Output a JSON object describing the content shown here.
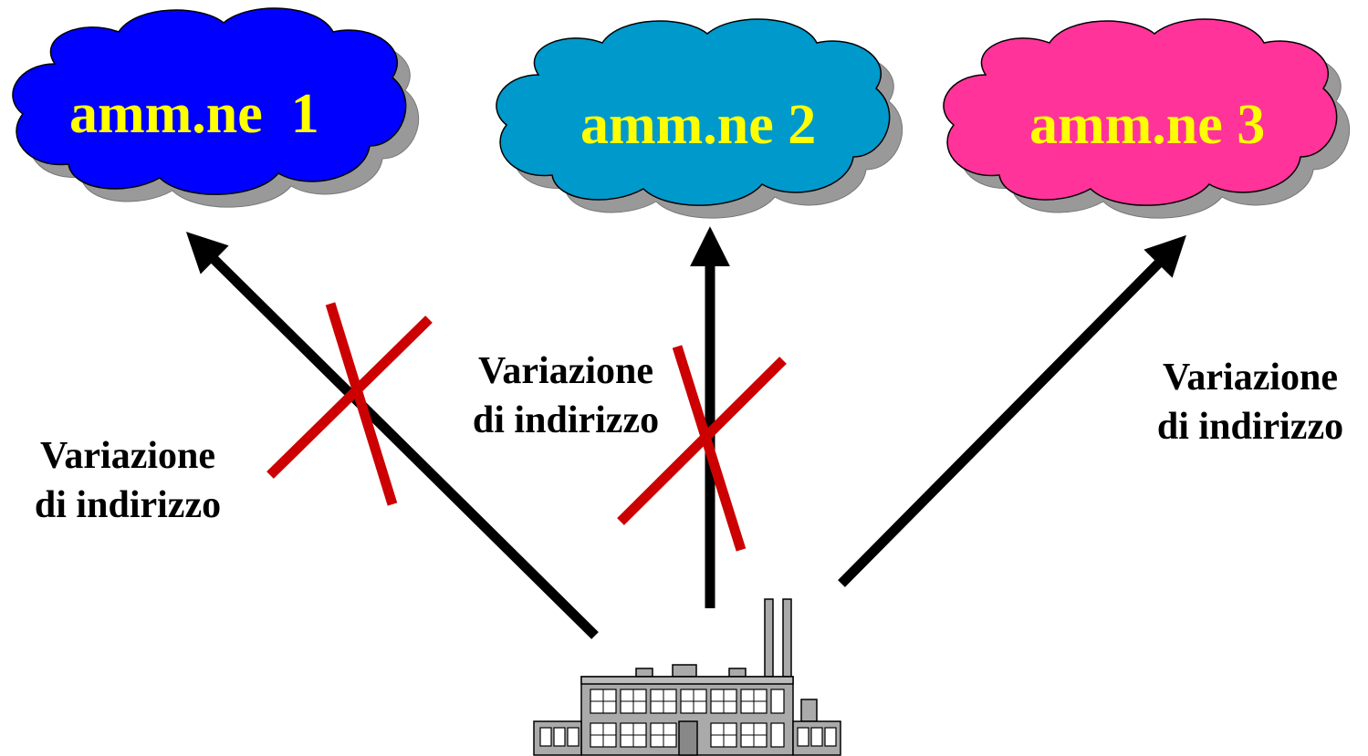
{
  "clouds": [
    {
      "label": "amm.ne  1",
      "color": "#0000ff",
      "text_color": "#ffff00"
    },
    {
      "label": "amm.ne 2",
      "color": "#0099cc",
      "text_color": "#ffff00"
    },
    {
      "label": "amm.ne 3",
      "color": "#ff3399",
      "text_color": "#ffff00"
    }
  ],
  "arrows": [
    {
      "line1": "Variazione",
      "line2": "di indirizzo",
      "blocked": true
    },
    {
      "line1": "Variazione",
      "line2": "di indirizzo",
      "blocked": true
    },
    {
      "line1": "Variazione",
      "line2": "di indirizzo",
      "blocked": false
    }
  ],
  "colors": {
    "arrow": "#000000",
    "cross": "#cc0000",
    "shadow": "#999999",
    "factory": "#aaaaaa"
  },
  "icons": {
    "source": "factory-icon"
  }
}
